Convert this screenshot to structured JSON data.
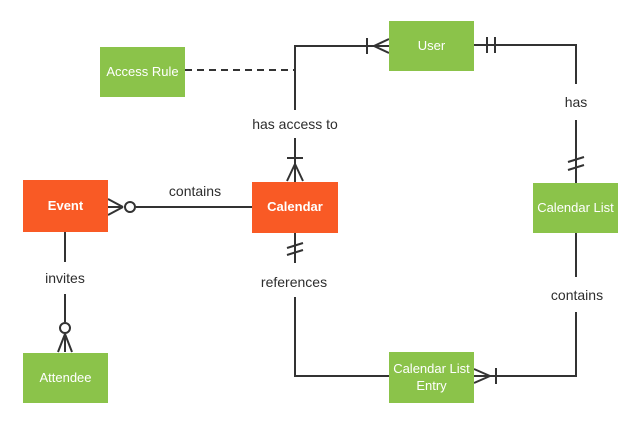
{
  "diagram": {
    "type": "entity-relationship-diagram",
    "notation": "crow-foot",
    "background": "#ffffff",
    "colors": {
      "entity_green": "#8bc34a",
      "entity_orange": "#f95a25",
      "entity_text": "#ffffff",
      "line": "#333333",
      "label_text": "#2d2d2d"
    },
    "entities": [
      {
        "id": "access-rule",
        "label": "Access Rule",
        "color": "green"
      },
      {
        "id": "user",
        "label": "User",
        "color": "green"
      },
      {
        "id": "event",
        "label": "Event",
        "color": "orange"
      },
      {
        "id": "calendar",
        "label": "Calendar",
        "color": "orange"
      },
      {
        "id": "calendar-list",
        "label": "Calendar List",
        "color": "green"
      },
      {
        "id": "attendee",
        "label": "Attendee",
        "color": "green"
      },
      {
        "id": "calendar-list-entry",
        "label": "Calendar List Entry",
        "color": "green"
      }
    ],
    "relationships": [
      {
        "label": "contains",
        "between": [
          "Event",
          "Calendar"
        ],
        "marker_event": "zero-or-many",
        "marker_calendar": "none"
      },
      {
        "label": "has access to",
        "between": [
          "User",
          "Calendar"
        ],
        "marker_user": "one-or-many",
        "marker_calendar": "one-or-many"
      },
      {
        "label": "has",
        "between": [
          "User",
          "Calendar List"
        ],
        "marker_user": "exactly-one",
        "marker_calendar_list": "exactly-one"
      },
      {
        "label": "contains",
        "between": [
          "Calendar List",
          "Calendar List Entry"
        ],
        "marker_calendar_list": "none",
        "marker_entry": "one-or-many"
      },
      {
        "label": "references",
        "between": [
          "Calendar",
          "Calendar List Entry"
        ],
        "marker_calendar": "exactly-one",
        "marker_entry": "none"
      },
      {
        "label": "invites",
        "between": [
          "Event",
          "Attendee"
        ],
        "marker_event": "none",
        "marker_attendee": "zero-or-many"
      },
      {
        "label": "",
        "between": [
          "Access Rule",
          "has access to"
        ],
        "style": "dashed"
      }
    ]
  }
}
